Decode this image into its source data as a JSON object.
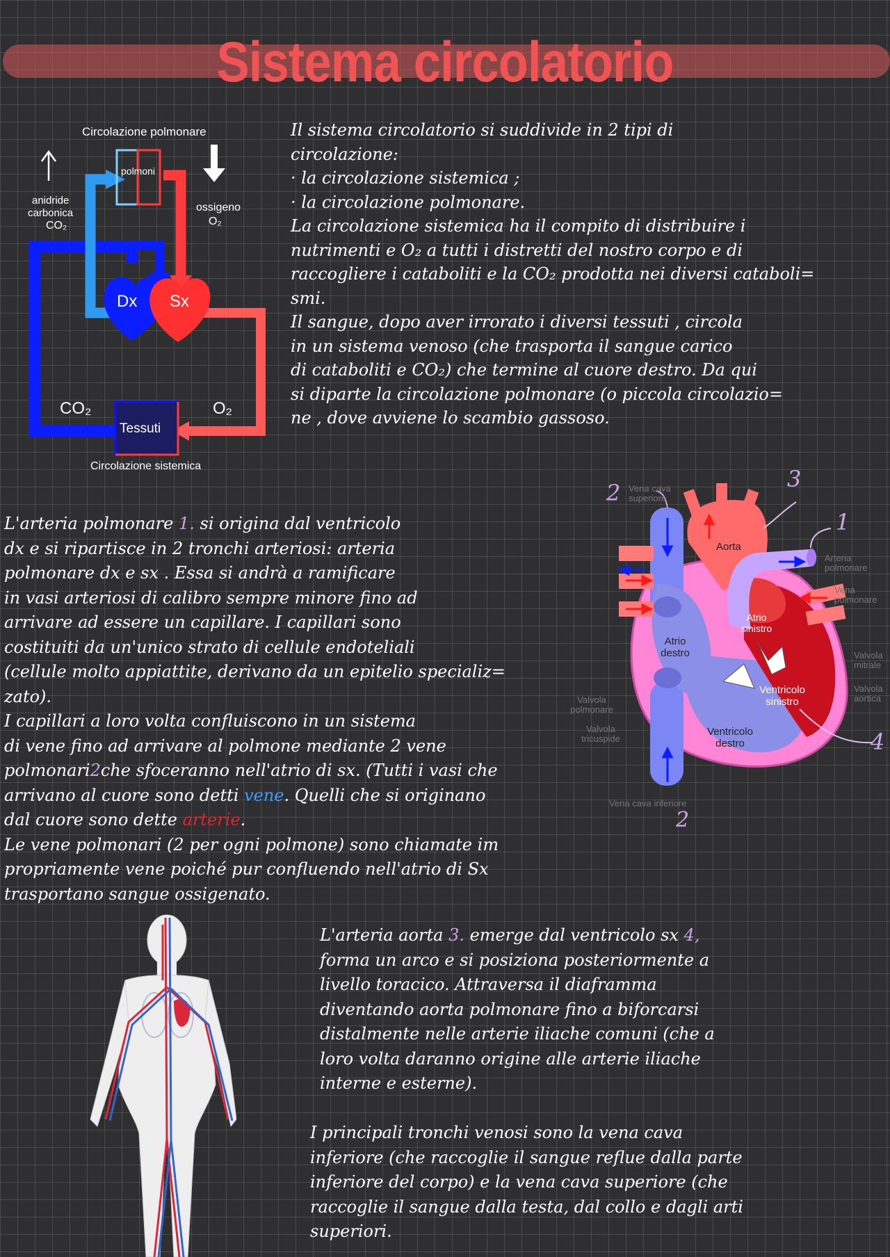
{
  "title": "Sistema circolatorio",
  "circulation_diagram": {
    "top_label": "Circolazione polmonare",
    "lungs_label": "polmoni",
    "left_label_line1": "anidride",
    "left_label_line2": "carbonica",
    "left_label_line3": "CO₂",
    "right_label_line1": "ossigeno",
    "right_label_line2": "O₂",
    "heart_right_label": "Dx",
    "heart_left_label": "Sx",
    "co2_label": "CO₂",
    "o2_label": "O₂",
    "tissues_label": "Tessuti",
    "bottom_label": "Circolazione sistemica",
    "colors": {
      "venous": "#0a1eff",
      "pulmonary_artery": "#2f9bf0",
      "arterial": "#ff3b3b"
    }
  },
  "intro_paragraph": [
    "Il sistema circolatorio si suddivide in 2 tipi di",
    "circolazione:",
    "· la circolazione sistemica ;",
    "· la circolazione polmonare.",
    "La circolazione sistemica ha il compito di distribuire i",
    "nutrimenti e O₂ a tutti i distretti del nostro corpo e di",
    "raccogliere i cataboliti e la CO₂ prodotta nei diversi cataboli=",
    "smi.",
    "Il sangue, dopo aver irrorato i diversi tessuti , circola",
    "in un sistema venoso (che trasporta il sangue carico",
    "di cataboliti e CO₂) che termine al cuore destro. Da qui",
    "si diparte la circolazione polmonare (o piccola circolazio=",
    "ne , dove avviene lo scambio gassoso."
  ],
  "heart_diagram": {
    "label_vena_cava_superiore": "Vena cava superiore",
    "label_aorta": "Aorta",
    "label_arteria_polmonare": "Arteria polmonare",
    "label_vena_polmonare": "Vena polmonare",
    "label_atrio_sinistro": "Atrio sinistro",
    "label_atrio_destro": "Atrio destro",
    "label_valvola_mitrale": "Valvola mitrale",
    "label_valvola_aortica": "Valvola aortica",
    "label_ventricolo_sinistro": "Ventricolo sinistro",
    "label_valvola_polmonare": "Valvola polmonare",
    "label_valvola_tricuspide": "Valvola tricuspide",
    "label_ventricolo_destro": "Ventricolo destro",
    "label_vena_cava_inferiore": "Vena cava inferiore",
    "marker_1": "1",
    "marker_2_top": "2",
    "marker_2_bottom": "2",
    "marker_3": "3",
    "marker_4": "4"
  },
  "pulmonary_paragraph": {
    "l1_a": "L'arteria polmonare ",
    "l1_num": "1.",
    "l1_b": " si origina dal ventricolo",
    "l2": "dx e si ripartisce in 2 tronchi arteriosi: arteria",
    "l3": "polmonare dx e sx . Essa si andrà a ramificare",
    "l4": "in vasi arteriosi di calibro sempre minore fino ad",
    "l5": "arrivare ad essere un capillare. I capillari sono",
    "l6": "costituiti da un'unico strato di cellule endoteliali",
    "l7": "(cellule molto appiattite, derivano da un epitelio specializ=",
    "l8": "zato).",
    "l9": "I capillari a loro volta confluiscono in un sistema",
    "l10": "di vene fino ad arrivare al polmone mediante 2 vene",
    "l11_a": "polmonari",
    "l11_num": "2",
    "l11_b": "che sfoceranno nell'atrio di sx. (Tutti i vasi che",
    "l12_a": "arrivano al cuore sono detti ",
    "l12_blue": "vene",
    "l12_b": ". Quelli che si originano",
    "l13_a": "dal cuore sono dette ",
    "l13_red": "arterie",
    "l13_b": ".",
    "l14": "Le vene polmonari (2 per ogni polmone) sono chiamate im",
    "l15": "propriamente vene poiché pur confluendo nell'atrio di Sx",
    "l16": "trasportano sangue ossigenato."
  },
  "aorta_paragraph": {
    "l1_a": "L'arteria aorta ",
    "l1_num": "3.",
    "l1_b": " emerge dal ventricolo sx ",
    "l1_num2": "4,",
    "l2": "forma un arco e si posiziona posteriormente a",
    "l3": "livello toracico. Attraversa il diaframma",
    "l4": "diventando aorta polmonare fino a biforcarsi",
    "l5": "distalmente nelle arterie iliache comuni (che a",
    "l6": "loro volta daranno origine alle arterie iliache",
    "l7": "interne e esterne)."
  },
  "veins_paragraph": [
    "I principali tronchi venosi sono la vena cava",
    "inferiore (che raccoglie il sangue reflue dalla parte",
    "inferiore del corpo) e la vena cava superiore (che",
    "raccoglie il sangue dalla testa, dal collo e dagli arti",
    "superiori."
  ]
}
